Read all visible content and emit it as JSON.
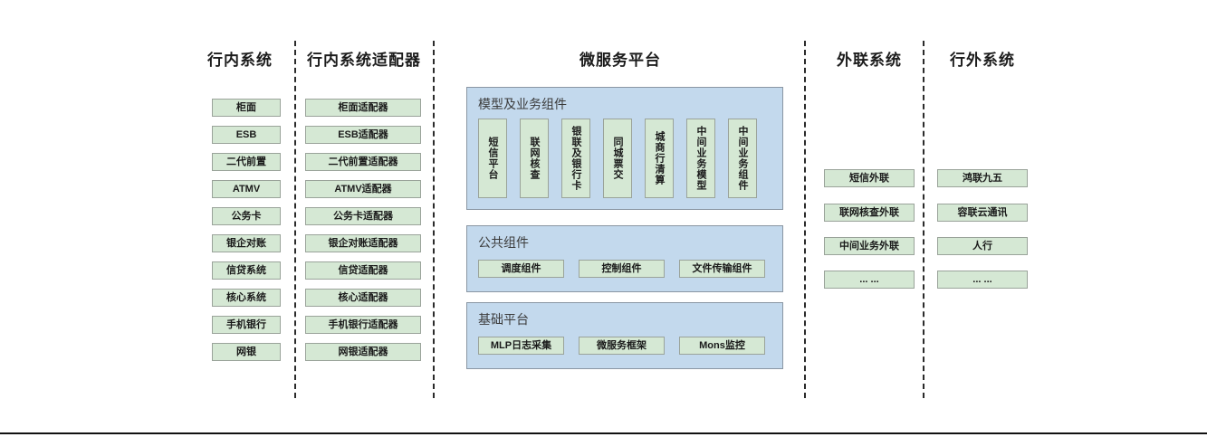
{
  "diagram": {
    "columns": [
      {
        "id": "in-bank-systems",
        "title": "行内系统",
        "items": [
          "柜面",
          "ESB",
          "二代前置",
          "ATMV",
          "公务卡",
          "银企对账",
          "信贷系统",
          "核心系统",
          "手机银行",
          "网银"
        ]
      },
      {
        "id": "in-bank-adapters",
        "title": "行内系统适配器",
        "items": [
          "柜面适配器",
          "ESB适配器",
          "二代前置适配器",
          "ATMV适配器",
          "公务卡适配器",
          "银企对账适配器",
          "信贷适配器",
          "核心适配器",
          "手机银行适配器",
          "网银适配器"
        ]
      },
      {
        "id": "microservice-platform",
        "title": "微服务平台",
        "panels": [
          {
            "id": "model-business-components",
            "title": "模型及业务组件",
            "items": [
              "短信平台",
              "联网核查",
              "银联及银行卡",
              "同城票交",
              "城商行清算",
              "中间业务模型",
              "中间业务组件"
            ]
          },
          {
            "id": "public-components",
            "title": "公共组件",
            "items": [
              "调度组件",
              "控制组件",
              "文件传输组件"
            ]
          },
          {
            "id": "base-platform",
            "title": "基础平台",
            "items": [
              "MLP日志采集",
              "微服务框架",
              "Mons监控"
            ]
          }
        ]
      },
      {
        "id": "external-link-systems",
        "title": "外联系统",
        "items": [
          "短信外联",
          "联网核查外联",
          "中间业务外联",
          "... ..."
        ]
      },
      {
        "id": "out-bank-systems",
        "title": "行外系统",
        "items": [
          "鸿联九五",
          "容联云通讯",
          "人行",
          "... ..."
        ]
      }
    ],
    "colors": {
      "node_fill": "#d5e8d4",
      "node_border": "#9aa39a",
      "panel_fill": "#c3d9ed",
      "panel_border": "#8a96a3",
      "divider": "#2b2b2b",
      "text": "#1a1a1a"
    }
  }
}
